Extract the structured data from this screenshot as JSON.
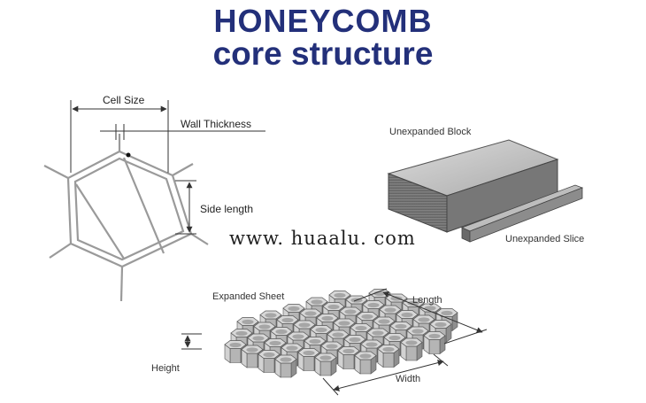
{
  "title": {
    "line1": "HONEYCOMB",
    "line2": "core structure"
  },
  "cell": {
    "cell_size_label": "Cell Size",
    "wall_thickness_label": "Wall Thickness",
    "side_length_label": "Side length"
  },
  "block": {
    "unexpanded_block_label": "Unexpanded Block",
    "unexpanded_slice_label": "Unexpanded Slice"
  },
  "sheet": {
    "expanded_sheet_label": "Expanded Sheet",
    "length_label": "Length",
    "width_label": "Width",
    "height_label": "Height"
  },
  "watermark": "www. huaalu. com",
  "colors": {
    "title": "#23307a",
    "line": "#333333",
    "cell_wall": "#9a9a9a"
  }
}
